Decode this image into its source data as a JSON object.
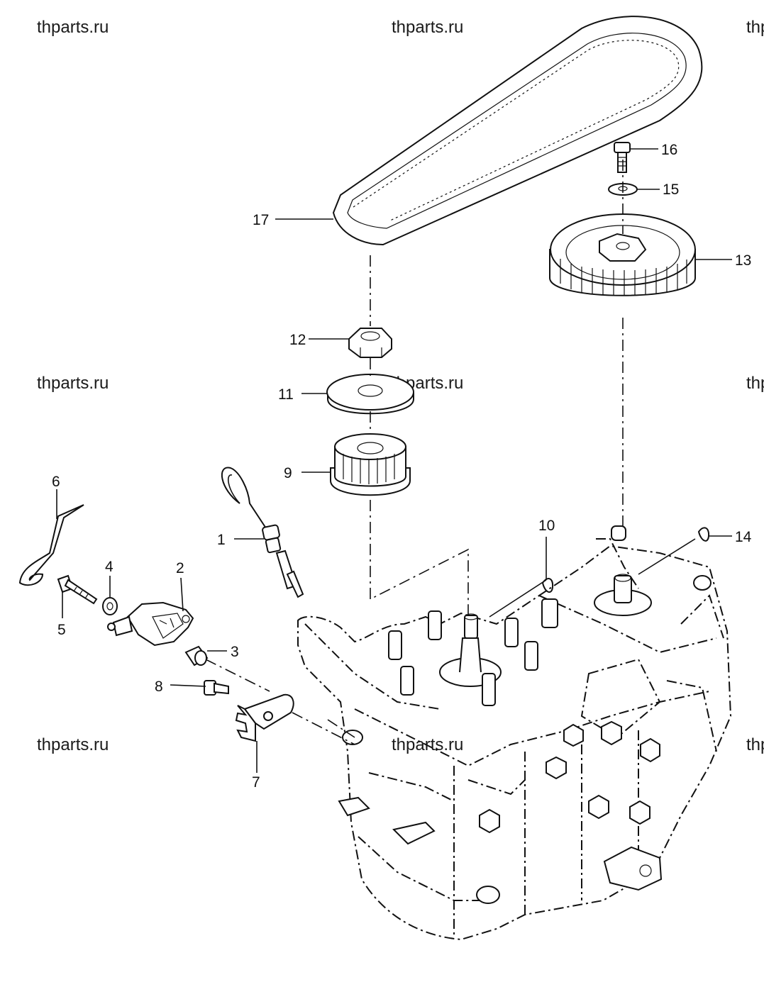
{
  "watermarks": [
    "thparts.ru",
    "thparts.ru",
    "thparts.ru",
    "thparts.ru",
    "thparts.ru",
    "thparts.ru",
    "thparts.ru",
    "thparts.ru",
    "thparts.ru"
  ],
  "callouts": [
    "1",
    "2",
    "3",
    "4",
    "5",
    "6",
    "7",
    "8",
    "9",
    "10",
    "11",
    "12",
    "13",
    "14",
    "15",
    "16",
    "17"
  ],
  "parts": {
    "p1": "dipstick",
    "p2": "throttle cam",
    "p3": "collar",
    "p4": "washer",
    "p5": "bolt",
    "p6": "spring clip",
    "p7": "bracket",
    "p8": "screw",
    "p9": "drive pulley",
    "p10": "woodruff key",
    "p11": "plate",
    "p12": "nut",
    "p13": "driven pulley",
    "p14": "woodruff key",
    "p15": "washer",
    "p16": "bolt",
    "p17": "timing belt",
    "block": "engine block"
  }
}
